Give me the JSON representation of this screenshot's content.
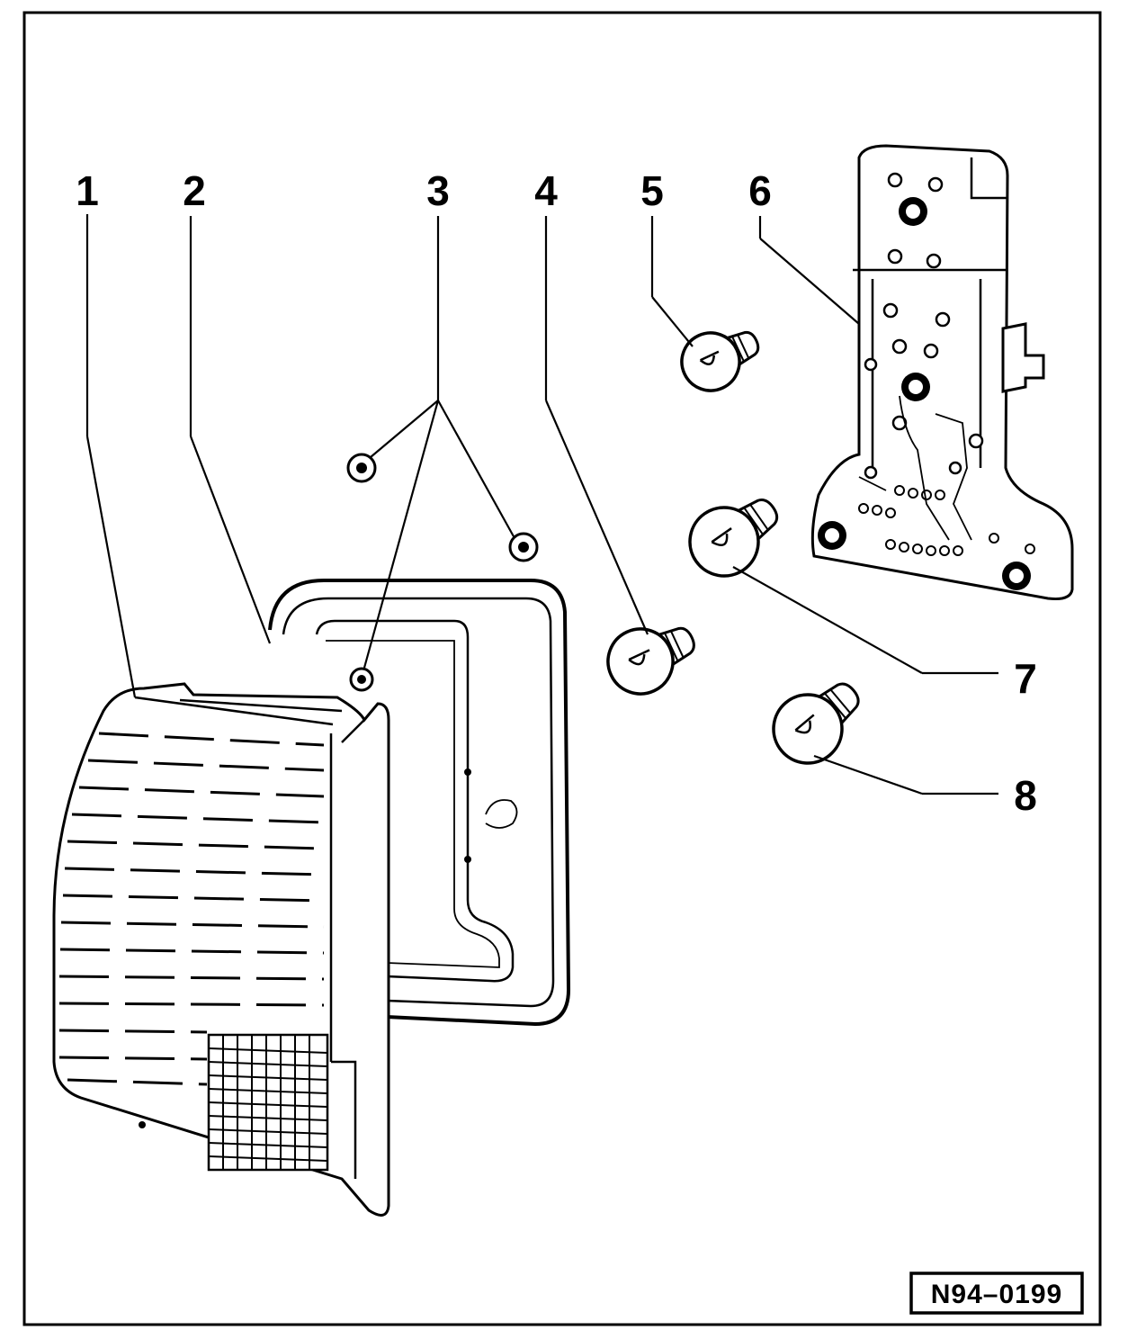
{
  "figure": {
    "reference_code": "N94–0199",
    "callouts": [
      {
        "id": "1",
        "label": "1"
      },
      {
        "id": "2",
        "label": "2"
      },
      {
        "id": "3",
        "label": "3"
      },
      {
        "id": "4",
        "label": "4"
      },
      {
        "id": "5",
        "label": "5"
      },
      {
        "id": "6",
        "label": "6"
      },
      {
        "id": "7",
        "label": "7"
      },
      {
        "id": "8",
        "label": "8"
      }
    ]
  }
}
